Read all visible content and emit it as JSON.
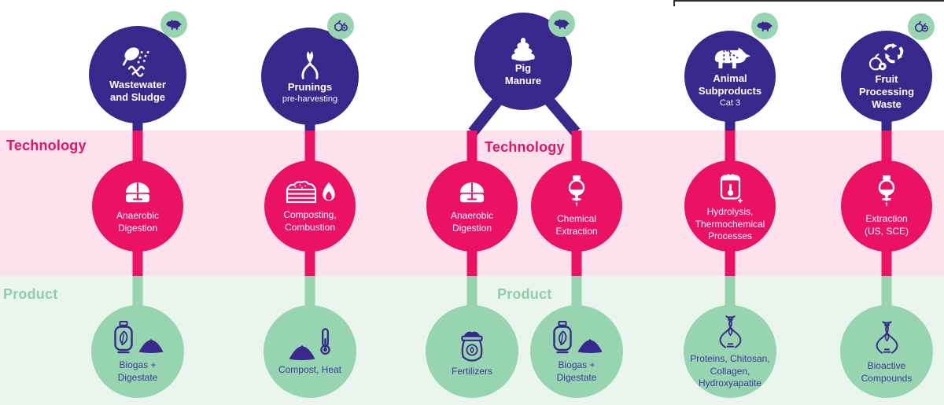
{
  "title": "Biowaste valorisation diagram",
  "colors": {
    "indigo": "#39288C",
    "pink": "#EB1164",
    "pink_band": "#FAE1EC",
    "green": "#96D5B0",
    "green_band": "#EAF5EE",
    "product_text": "#4038A0",
    "border_line": "#2E2E2E"
  },
  "bands": {
    "technology": {
      "label_left": "Technology",
      "label_mid": "Technology"
    },
    "product": {
      "label_left": "Product",
      "label_mid": "Product"
    }
  },
  "icons": {
    "pig-icon": "pig silhouette badge",
    "fruit-icon": "apple and olive badge",
    "shower-spray-icon": "shower head spraying water",
    "pruning-shears-icon": "pruning shears",
    "manure-icon": "manure pile",
    "pig-cuts-icon": "pig with butcher cut lines",
    "fruit-recycling-icon": "fruit with recycling arrows",
    "anaerobic-digester-icon": "digester dome tank",
    "compost-bin-icon": "compost crate",
    "flame-icon": "flame",
    "separating-funnel-icon": "separating funnel",
    "hydrolysis-vessel-icon": "vessel with thermometer",
    "gas-cylinder-leaf-icon": "gas cylinder with leaf",
    "digestate-pile-icon": "digestate pile",
    "compost-pile-icon": "compost pile",
    "thermometer-icon": "thermometer",
    "fertilizer-sack-icon": "fertilizer sack with leaf emblem",
    "dna-helix-icon": "DNA helix with leaf"
  },
  "streams": [
    {
      "name": "wastewater-and-sludge",
      "source": {
        "title": "Wastewater\nand Sludge",
        "badge_icon": "pig-icon",
        "icon": "shower-spray-icon"
      },
      "branches": [
        {
          "technology": {
            "label": "Anaerobic\nDigestion",
            "icon": "anaerobic-digester-icon"
          },
          "product": {
            "label": "Biogas +\nDigestate",
            "icons": [
              "gas-cylinder-leaf-icon",
              "digestate-pile-icon"
            ]
          }
        }
      ]
    },
    {
      "name": "prunings",
      "source": {
        "title": "Prunings",
        "subtitle": "pre-harvesting",
        "badge_icon": "fruit-icon",
        "icon": "pruning-shears-icon"
      },
      "branches": [
        {
          "technology": {
            "label": "Composting,\nCombustion",
            "icons": [
              "compost-bin-icon",
              "flame-icon"
            ]
          },
          "product": {
            "label": "Compost, Heat",
            "icons": [
              "compost-pile-icon",
              "thermometer-icon"
            ]
          }
        }
      ]
    },
    {
      "name": "pig-manure",
      "source": {
        "title": "Pig\nManure",
        "badge_icon": "pig-icon",
        "icon": "manure-icon"
      },
      "branches": [
        {
          "technology": {
            "label": "Anaerobic\nDigestion",
            "icon": "anaerobic-digester-icon"
          },
          "product": {
            "label": "Fertilizers",
            "icon": "fertilizer-sack-icon"
          }
        },
        {
          "technology": {
            "label": "Chemical\nExtraction",
            "icon": "separating-funnel-icon"
          },
          "product": {
            "label": "Biogas +\nDigestate",
            "icons": [
              "gas-cylinder-leaf-icon",
              "digestate-pile-icon"
            ]
          }
        }
      ]
    },
    {
      "name": "animal-subproducts",
      "source": {
        "title": "Animal\nSubproducts",
        "subtitle": "Cat 3",
        "badge_icon": "pig-icon",
        "icon": "pig-cuts-icon"
      },
      "branches": [
        {
          "technology": {
            "label": "Hydrolysis,\nThermochemical\nProcesses",
            "icon": "hydrolysis-vessel-icon"
          },
          "product": {
            "label": "Proteins, Chitosan,\nCollagen,\nHydroxyapatite",
            "icon": "dna-helix-icon"
          }
        }
      ]
    },
    {
      "name": "fruit-processing-waste",
      "source": {
        "title": "Fruit\nProcessing\nWaste",
        "badge_icon": "fruit-icon",
        "icon": "fruit-recycling-icon"
      },
      "branches": [
        {
          "technology": {
            "label": "Extraction\n(US, SCE)",
            "icon": "separating-funnel-icon"
          },
          "product": {
            "label": "Bioactive\nCompounds",
            "icon": "dna-helix-icon"
          }
        }
      ]
    }
  ]
}
